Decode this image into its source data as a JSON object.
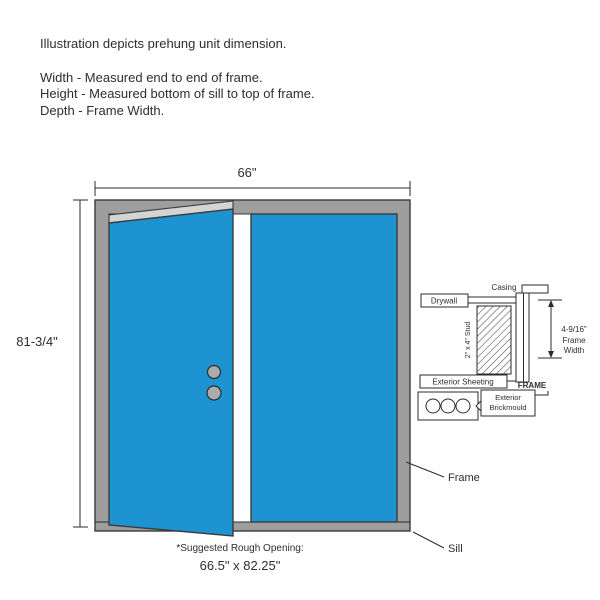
{
  "notes": {
    "intro": "Illustration depicts prehung unit dimension.",
    "width": "Width - Measured end to end of frame.",
    "height": "Height - Measured bottom of sill to top of frame.",
    "depth": "Depth - Frame Width."
  },
  "dimensions": {
    "width": "66\"",
    "height": "81-3/4\""
  },
  "rough_opening": {
    "title": "*Suggested Rough Opening:",
    "value": "66.5\" x 82.25\""
  },
  "callouts": {
    "frame": "Frame",
    "sill": "Sill"
  },
  "detail": {
    "casing": "Casing",
    "drywall": "Drywall",
    "stud": "2\" x 4\" Stud",
    "exterior_sheeting": "Exterior Sheeting",
    "exterior_brickmould_line1": "Exterior",
    "exterior_brickmould_line2": "Brickmould",
    "frame": "FRAME",
    "frame_width_line1": "4-9/16\"",
    "frame_width_line2": "Frame",
    "frame_width_line3": "Width"
  },
  "colors": {
    "door_blue": "#1d93d2",
    "frame_gray": "#9e9e9e",
    "door_edge_gray": "#d4d4d4",
    "knob_gray": "#ababab",
    "outline": "#3b3b3b"
  }
}
